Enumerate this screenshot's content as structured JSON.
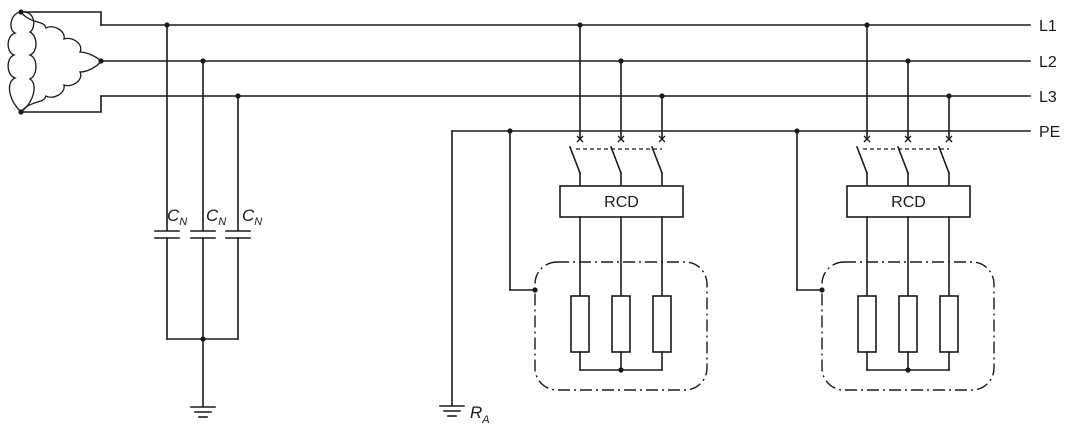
{
  "lines": [
    {
      "id": "L1",
      "label": "L1"
    },
    {
      "id": "L2",
      "label": "L2"
    },
    {
      "id": "L3",
      "label": "L3"
    },
    {
      "id": "PE",
      "label": "PE"
    }
  ],
  "capacitors": [
    {
      "symbol": "C",
      "subscript": "N"
    },
    {
      "symbol": "C",
      "subscript": "N"
    },
    {
      "symbol": "C",
      "subscript": "N"
    }
  ],
  "earth_resistor": {
    "symbol": "R",
    "subscript": "A"
  },
  "rcd_units": [
    {
      "label": "RCD"
    },
    {
      "label": "RCD"
    }
  ]
}
